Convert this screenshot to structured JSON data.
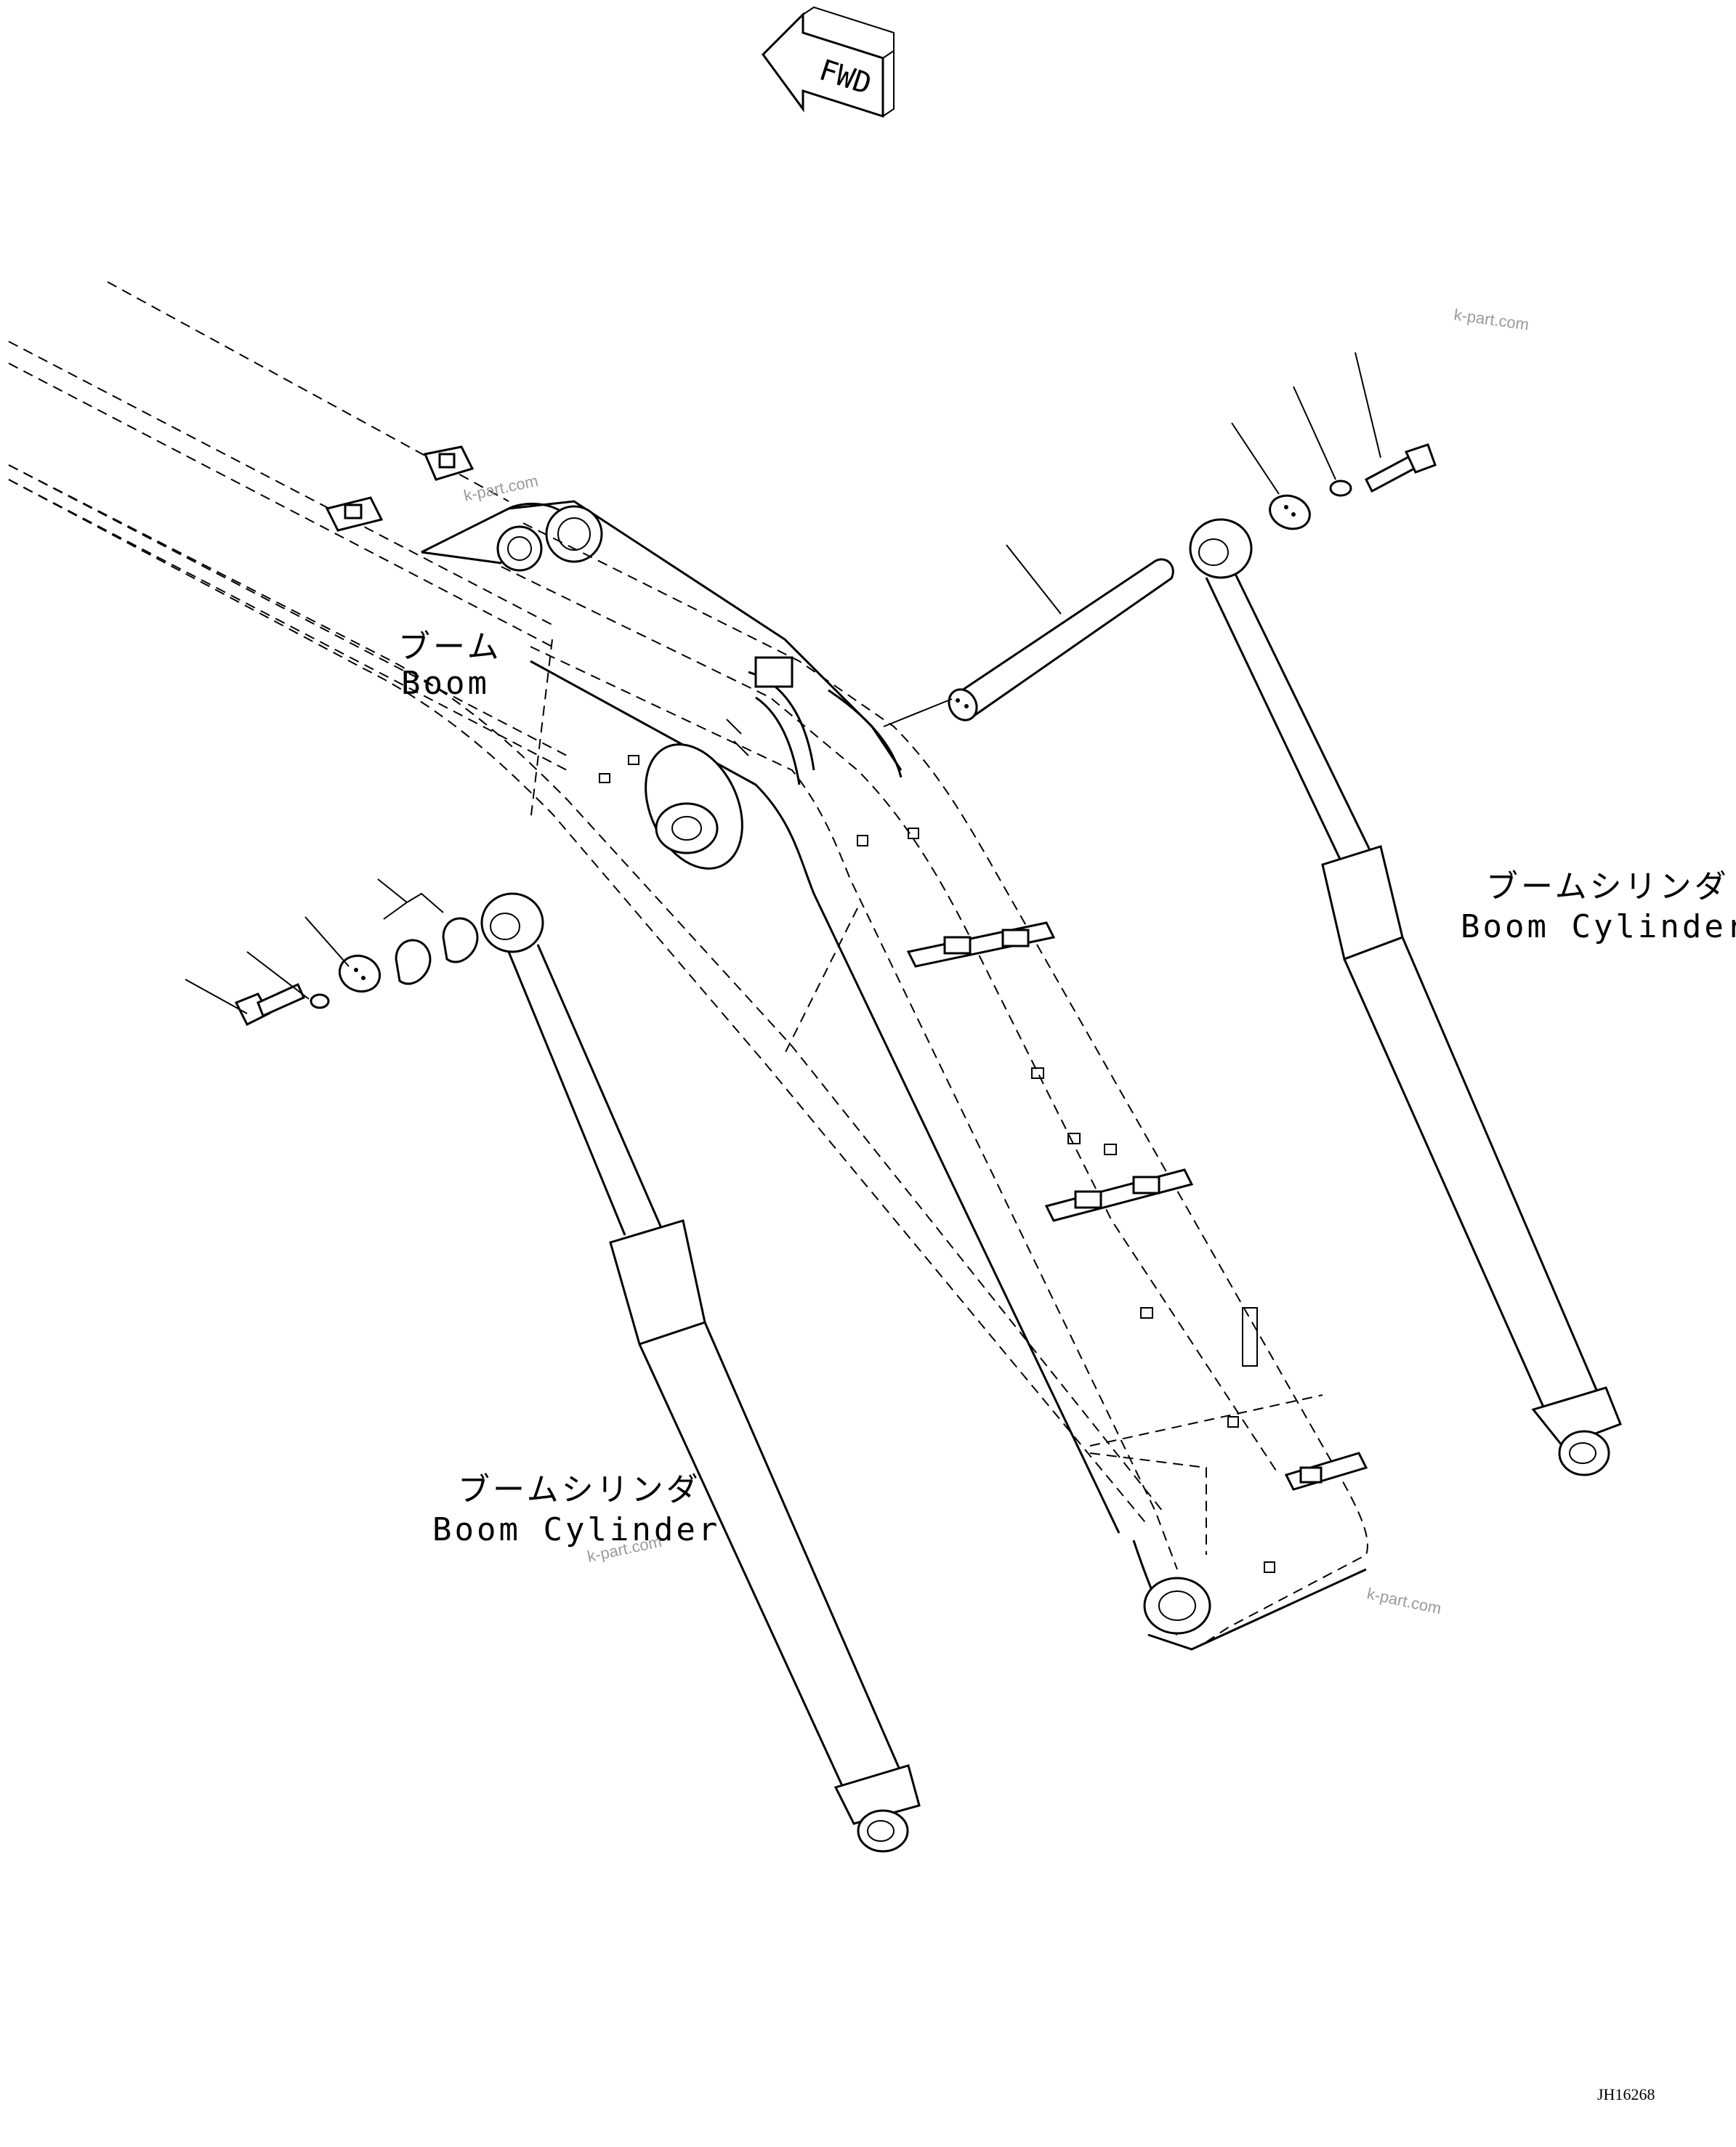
{
  "direction_marker": {
    "text": "FWD"
  },
  "labels": {
    "boom": {
      "jp": "ブーム",
      "en": "Boom"
    },
    "boom_cylinder_right": {
      "jp": "ブームシリンダ",
      "en": "Boom Cylinder"
    },
    "boom_cylinder_left": {
      "jp": "ブームシリンダ",
      "en": "Boom Cylinder"
    }
  },
  "watermarks": [
    "k-part.com",
    "k-part.com",
    "k-part.com",
    "k-part.com"
  ],
  "figure_code": "JH16268"
}
